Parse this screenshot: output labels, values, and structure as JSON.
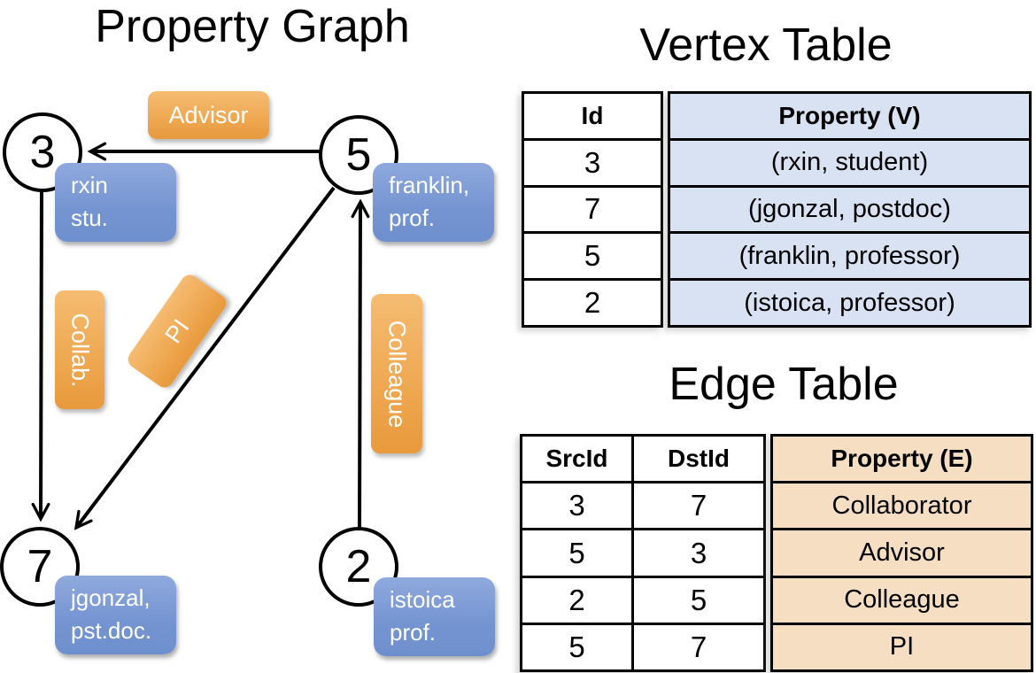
{
  "graph": {
    "title": "Property Graph",
    "nodes": [
      {
        "id": "3",
        "line1": "rxin",
        "line2": "stu."
      },
      {
        "id": "5",
        "line1": "franklin,",
        "line2": "prof."
      },
      {
        "id": "7",
        "line1": "jgonzal,",
        "line2": "pst.doc."
      },
      {
        "id": "2",
        "line1": "istoica",
        "line2": "prof."
      }
    ],
    "edge_labels": [
      {
        "label": "Advisor"
      },
      {
        "label": "Collab."
      },
      {
        "label": "PI"
      },
      {
        "label": "Colleague"
      }
    ]
  },
  "vertex_table": {
    "title": "Vertex Table",
    "columns": [
      "Id",
      "Property (V)"
    ],
    "rows": [
      [
        "3",
        "(rxin, student)"
      ],
      [
        "7",
        "(jgonzal, postdoc)"
      ],
      [
        "5",
        "(franklin, professor)"
      ],
      [
        "2",
        "(istoica, professor)"
      ]
    ]
  },
  "edge_table": {
    "title": "Edge Table",
    "columns": [
      "SrcId",
      "DstId",
      "Property (E)"
    ],
    "rows": [
      [
        "3",
        "7",
        "Collaborator"
      ],
      [
        "5",
        "3",
        "Advisor"
      ],
      [
        "2",
        "5",
        "Colleague"
      ],
      [
        "5",
        "7",
        "PI"
      ]
    ]
  },
  "colors": {
    "orange_light": "#F5BC72",
    "orange_dark": "#E8993C",
    "blue_light": "#8FA9DD",
    "blue_dark": "#6E8FCD",
    "vertex_property_fill": "#D9E2F3",
    "edge_property_fill": "#F6DEC2",
    "line_color": "#000000"
  }
}
